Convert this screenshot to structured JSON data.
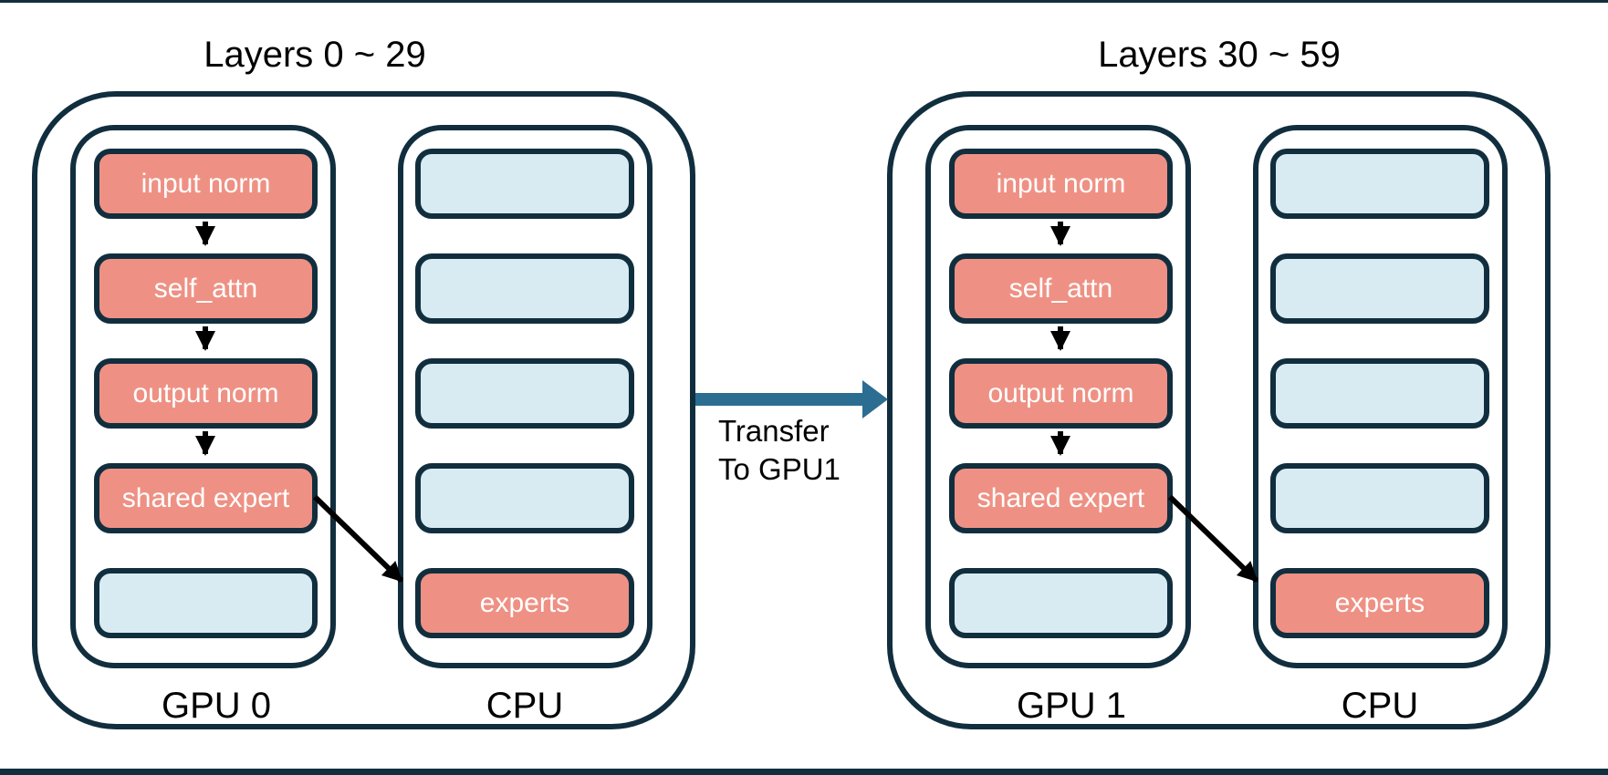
{
  "colors": {
    "outline_navy": "#112e3e",
    "gpu_resident_salmon": "#ee9184",
    "offload_light_blue": "#d8ebf2",
    "transfer_arrow_teal": "#2c6d92",
    "flow_arrow_black": "#000000",
    "box_text_white": "#ffffff",
    "label_text_black": "#000000"
  },
  "transfer_arrow": {
    "line1": "Transfer",
    "line2": "To GPU1"
  },
  "groups": [
    {
      "title": "Layers 0 ~ 29",
      "device_labels": {
        "gpu": "GPU 0",
        "cpu": "CPU"
      },
      "gpu_column_boxes": [
        {
          "label": "input norm",
          "type": "gpu-resident"
        },
        {
          "label": "self_attn",
          "type": "gpu-resident"
        },
        {
          "label": "output norm",
          "type": "gpu-resident"
        },
        {
          "label": "shared expert",
          "type": "gpu-resident"
        },
        {
          "label": "",
          "type": "empty-slot"
        }
      ],
      "cpu_column_boxes": [
        {
          "label": "",
          "type": "empty-slot"
        },
        {
          "label": "",
          "type": "empty-slot"
        },
        {
          "label": "",
          "type": "empty-slot"
        },
        {
          "label": "",
          "type": "empty-slot"
        },
        {
          "label": "experts",
          "type": "cpu-offloaded"
        }
      ]
    },
    {
      "title": "Layers 30 ~ 59",
      "device_labels": {
        "gpu": "GPU 1",
        "cpu": "CPU"
      },
      "gpu_column_boxes": [
        {
          "label": "input norm",
          "type": "gpu-resident"
        },
        {
          "label": "self_attn",
          "type": "gpu-resident"
        },
        {
          "label": "output norm",
          "type": "gpu-resident"
        },
        {
          "label": "shared expert",
          "type": "gpu-resident"
        },
        {
          "label": "",
          "type": "empty-slot"
        }
      ],
      "cpu_column_boxes": [
        {
          "label": "",
          "type": "empty-slot"
        },
        {
          "label": "",
          "type": "empty-slot"
        },
        {
          "label": "",
          "type": "empty-slot"
        },
        {
          "label": "",
          "type": "empty-slot"
        },
        {
          "label": "experts",
          "type": "cpu-offloaded"
        }
      ]
    }
  ]
}
